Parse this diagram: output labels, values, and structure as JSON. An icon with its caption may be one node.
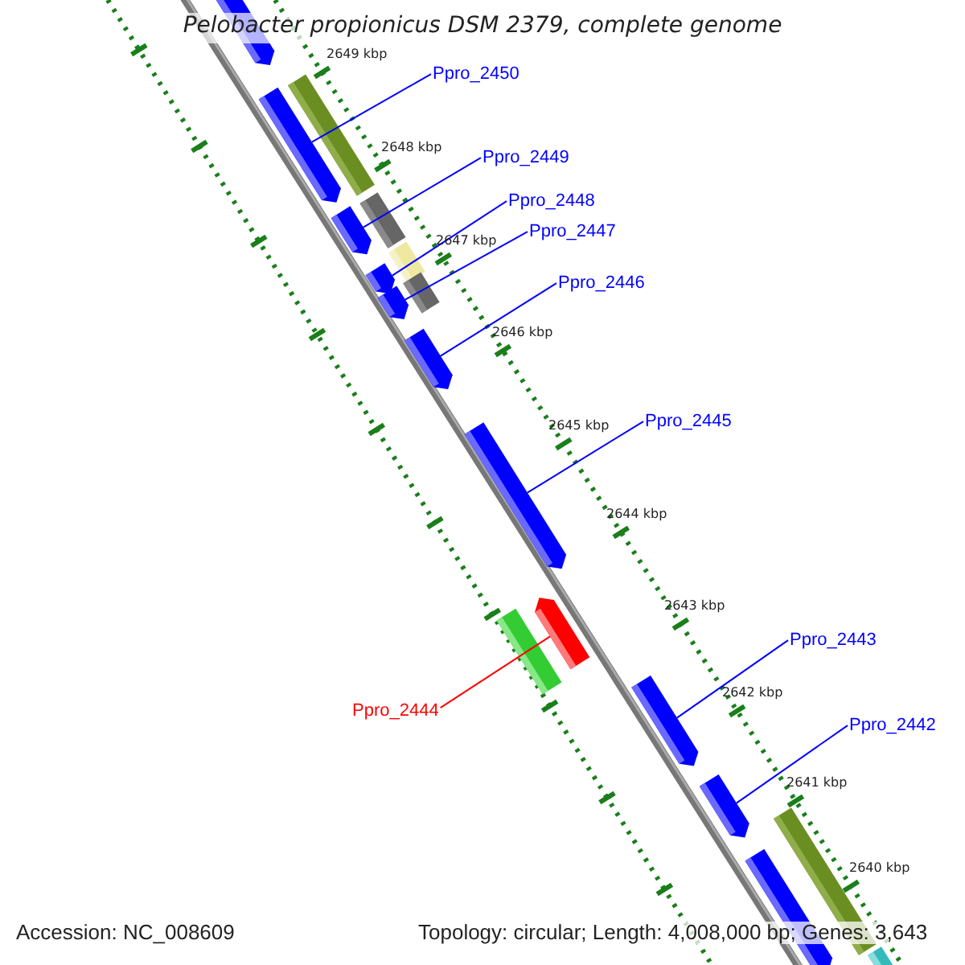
{
  "diagram": {
    "title": "Pelobacter propionicus DSM 2379, complete genome",
    "nodes": [
      {
        "text": [
          "Ppro_2450"
        ]
      },
      {
        "text": [],
        "shape": "arrow"
      },
      {
        "text": [
          "Ppro_2449"
        ]
      },
      {
        "text": [],
        "shape": "arrow"
      },
      {
        "text": [
          "Ppro_2448"
        ]
      },
      {
        "text": [],
        "shape": "arrow"
      },
      {
        "text": [
          "Ppro_2447"
        ]
      },
      {
        "text": [],
        "shape": "arrow"
      },
      {
        "text": [
          "Ppro_2446"
        ]
      },
      {
        "text": [],
        "shape": "arrow"
      },
      {
        "text": [
          "Ppro_2445"
        ]
      },
      {
        "text": [],
        "shape": "arrow"
      },
      {
        "text": [
          "Ppro_2444"
        ]
      },
      {
        "text": [],
        "shape": "arrow"
      },
      {
        "text": [
          "Ppro_2443"
        ]
      },
      {
        "text": [],
        "shape": "arrow"
      },
      {
        "text": [
          "Ppro_2442"
        ]
      },
      {
        "text": [],
        "shape": "arrow"
      },
      {
        "text": [],
        "shape": "arrow"
      },
      {
        "text": [],
        "shape": "bar"
      },
      {
        "text": [],
        "shape": "bar"
      },
      {
        "text": [],
        "shape": "bar"
      },
      {
        "text": [],
        "shape": "bar"
      },
      {
        "text": [],
        "shape": "bar"
      },
      {
        "text": [],
        "shape": "bar"
      },
      {
        "text": [],
        "shape": "arrow"
      },
      {
        "text": [],
        "shape": "bar"
      }
    ],
    "edges": [
      {
        "from": 0,
        "to": 1,
        "arrow": "none"
      },
      {
        "from": 2,
        "to": 3,
        "arrow": "none"
      },
      {
        "from": 4,
        "to": 5,
        "arrow": "none"
      },
      {
        "from": 6,
        "to": 7,
        "arrow": "none"
      },
      {
        "from": 8,
        "to": 9,
        "arrow": "none"
      },
      {
        "from": 10,
        "to": 11,
        "arrow": "none"
      },
      {
        "from": 12,
        "to": 13,
        "arrow": "none",
        "color": "#ff0000"
      },
      {
        "from": 14,
        "to": 15,
        "arrow": "none"
      },
      {
        "from": 16,
        "to": 17,
        "arrow": "none"
      }
    ],
    "labels": [
      "2649 kbp",
      "2648 kbp",
      "2647 kbp",
      "2646 kbp",
      "2645 kbp",
      "2644 kbp",
      "2643 kbp",
      "2642 kbp",
      "2641 kbp",
      "2640 kbp",
      "Accession: NC_008609",
      "Topology: circular; Length: 4,008,000 bp; Genes: 3,643"
    ]
  }
}
